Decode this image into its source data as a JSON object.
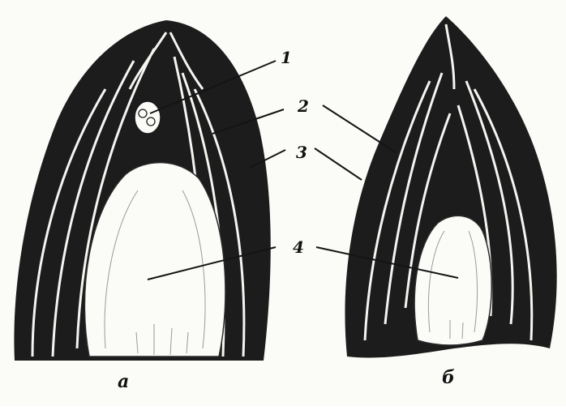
{
  "figure": {
    "panels": [
      {
        "id": "a",
        "caption": "а"
      },
      {
        "id": "b",
        "caption": "б"
      }
    ],
    "callouts": [
      "1",
      "2",
      "3",
      "4"
    ],
    "colors": {
      "ink": "#141414",
      "paper": "#fbfbf8",
      "light": "#f2f2ee"
    }
  }
}
